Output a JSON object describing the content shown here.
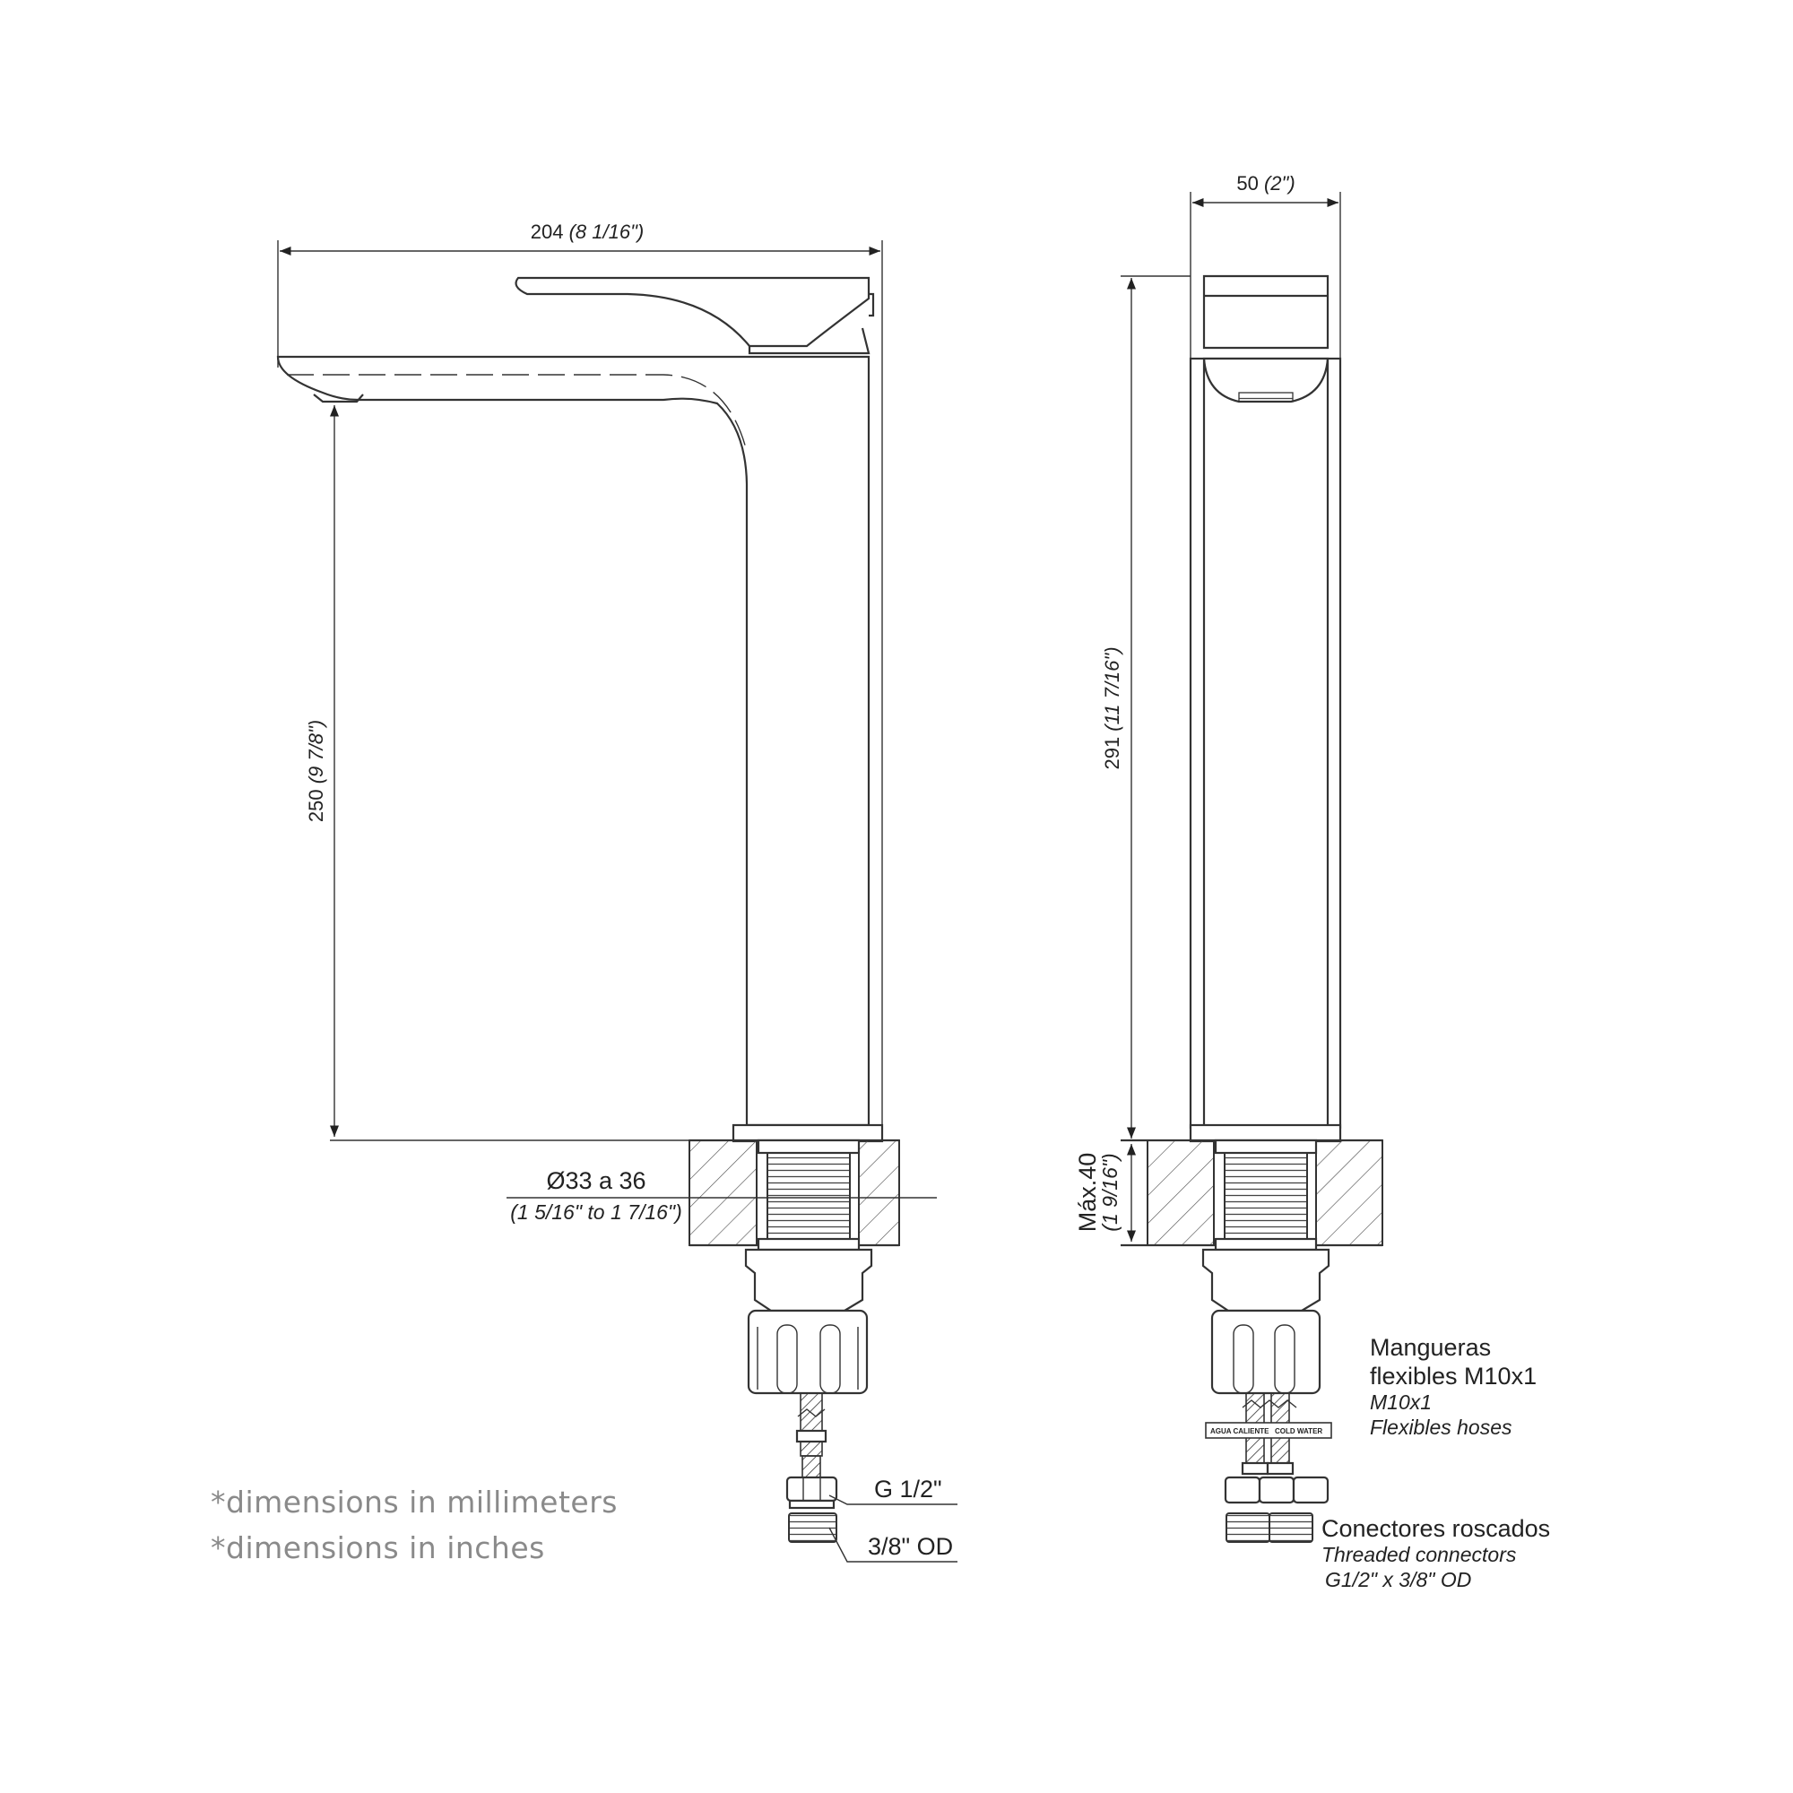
{
  "front_view": {
    "width_dim": {
      "mm": "204",
      "inch": "(8 1/16\")"
    },
    "height_dim": {
      "mm": "250",
      "inch": "(9 7/8\")"
    },
    "hole_dim": {
      "mm": "Ø33 a 36",
      "inch": "(1 5/16\" to 1 7/16\")"
    },
    "thread_label": "G 1/2\"",
    "od_label": "3/8\" OD"
  },
  "side_view": {
    "width_dim": {
      "mm": "50",
      "inch": "(2\")"
    },
    "height_dim": {
      "mm": "291",
      "inch": "(11 7/16\")"
    },
    "max_dim": {
      "mm": "Máx.40",
      "inch": "(1 9/16\")"
    },
    "hose_label_es_1": "Mangueras",
    "hose_label_es_2": "flexibles M10x1",
    "hose_label_en_1": "M10x1",
    "hose_label_en_2": "Flexibles hoses",
    "conn_label_es": "Conectores roscados",
    "conn_label_en_1": "Threaded connectors",
    "conn_label_en_2": "G1/2\" x 3/8\" OD",
    "tag_left": "AGUA CALIENTE",
    "tag_right": "COLD WATER"
  },
  "notes": {
    "mm_note": "*dimensions in millimeters",
    "inch_note": "*dimensions in inches"
  }
}
